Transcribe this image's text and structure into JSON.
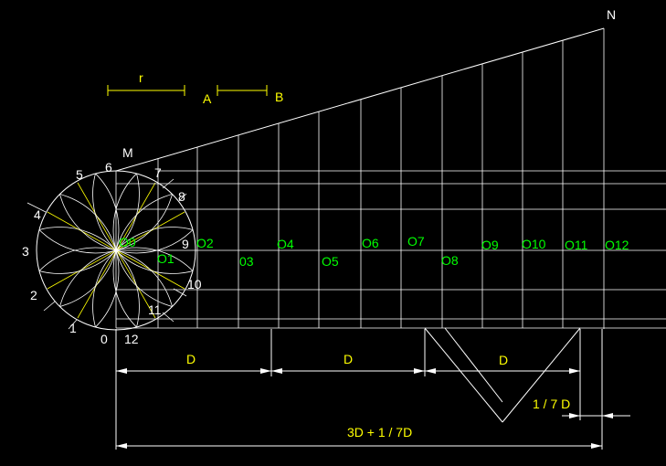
{
  "colors": {
    "background": "#000000",
    "line": "#ffffff",
    "label_white": "#ffffff",
    "label_yellow": "#ffff00",
    "label_green": "#00ff00",
    "construction_yellow": "#ffff00"
  },
  "labels": {
    "r": "r",
    "a": "A",
    "b": "B",
    "m": "M",
    "n": "N",
    "circle_points": [
      "0",
      "1",
      "2",
      "3",
      "4",
      "5",
      "6",
      "7",
      "8",
      "9",
      "10",
      "11",
      "12"
    ],
    "centers": [
      "O0",
      "O1",
      "O2",
      "03",
      "O4",
      "O5",
      "O6",
      "O7",
      "O8",
      "O9",
      "O10",
      "O11",
      "O12"
    ],
    "dim_d": [
      "D",
      "D",
      "D"
    ],
    "dim_one_seventh": "1 / 7 D",
    "dim_total": "3D + 1 / 7D"
  }
}
